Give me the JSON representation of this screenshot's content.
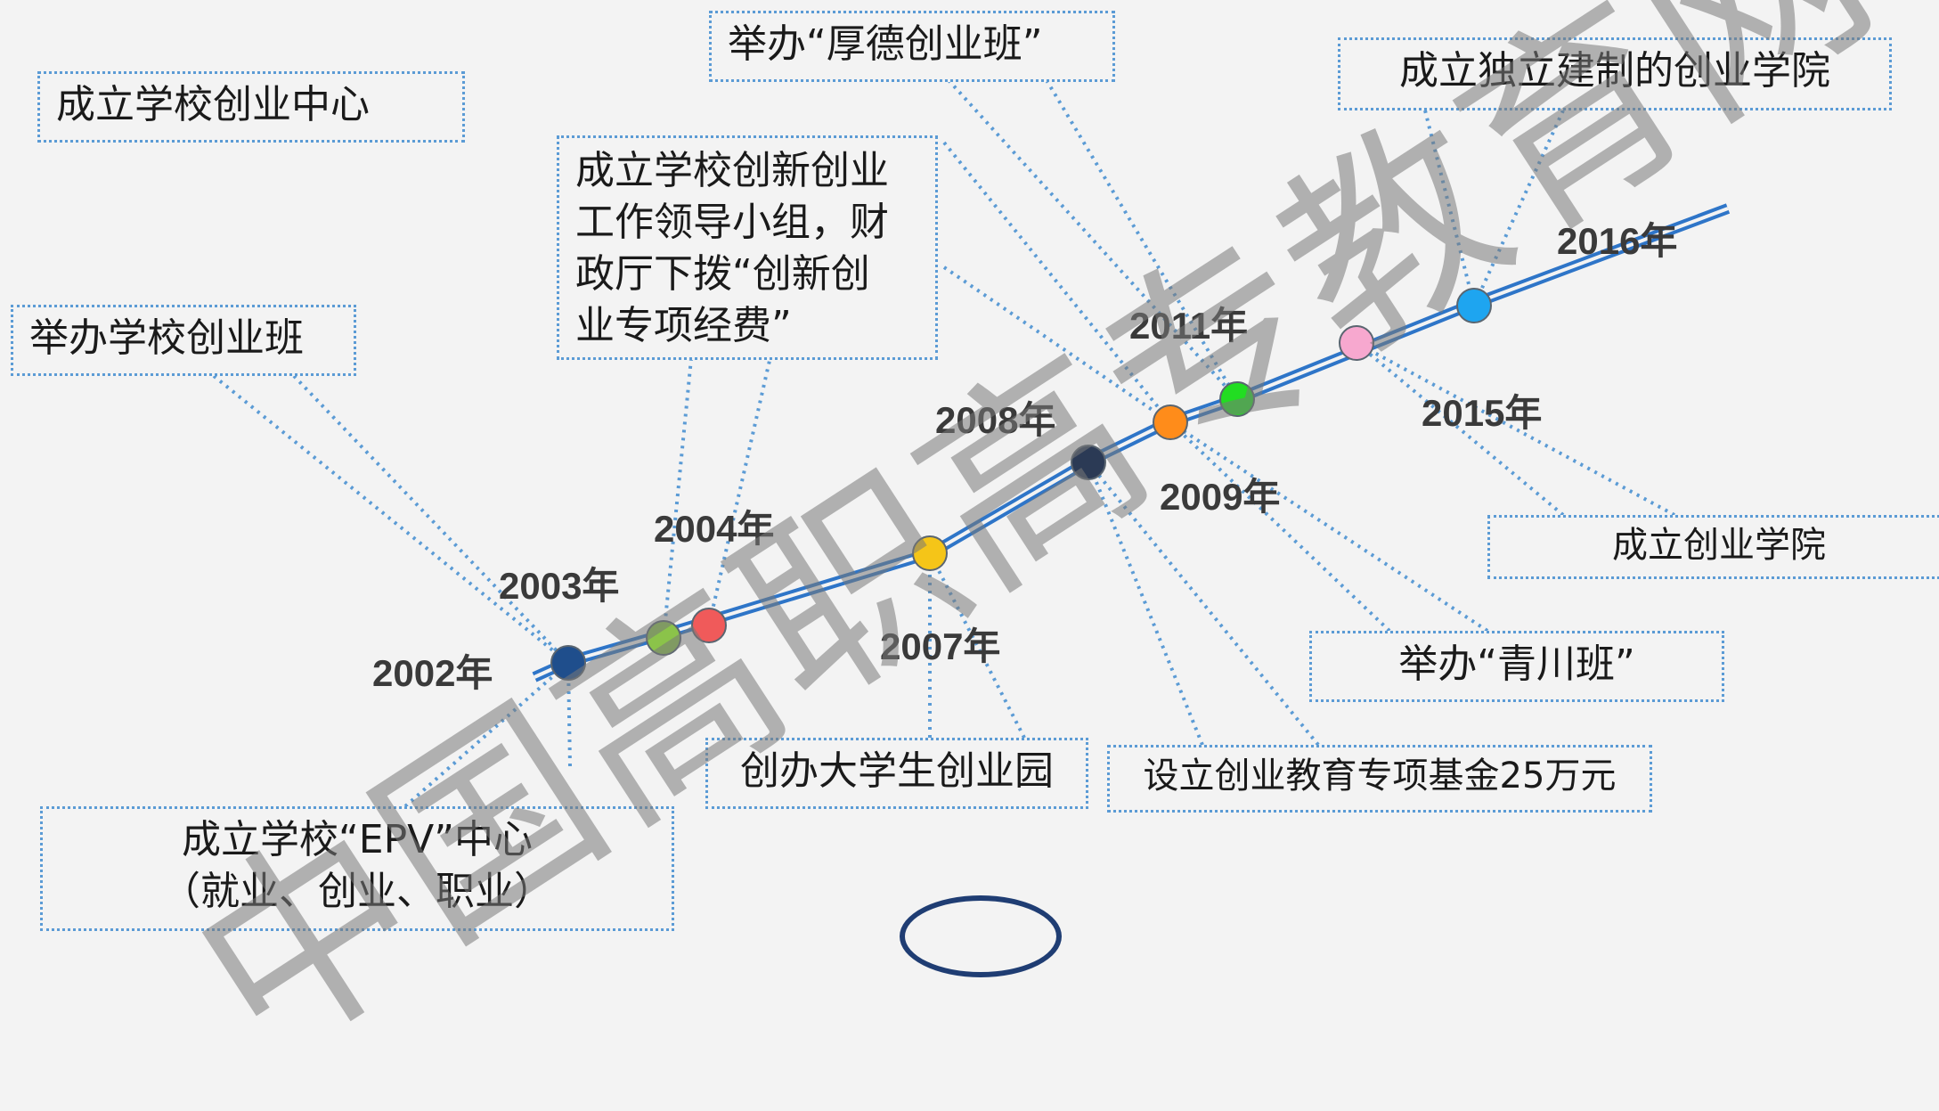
{
  "watermark": "中国高职高专教育网",
  "years": {
    "y2002": "2002年",
    "y2003": "2003年",
    "y2004": "2004年",
    "y2007": "2007年",
    "y2008": "2008年",
    "y2009": "2009年",
    "y2011": "2011年",
    "y2015": "2015年",
    "y2016": "2016年"
  },
  "events": {
    "epv_line1": "成立学校“EPV”中心",
    "epv_line2": "（就业、创业、职业）",
    "entrepreneurship_class": "举办学校创业班",
    "entrepreneurship_center": "成立学校创业中心",
    "leading_group_line1": "成立学校创新创业",
    "leading_group_line2": "工作领导小组，财",
    "leading_group_line3": "政厅下拨“创新创",
    "leading_group_line4": "业专项经费”",
    "houde_class": "举办“厚德创业班”",
    "independent_college": "成立独立建制的创业学院",
    "college": "成立创业学院",
    "qingchuan_class": "举办“青川班”",
    "fund": "设立创业教育专项基金25万元",
    "student_park": "创办大学生创业园"
  },
  "colors": {
    "timeline": "#2e75c8",
    "connector": "#5b9bd5",
    "dot_2002": "#1f4e8c",
    "dot_2003": "#8bc34a",
    "dot_2004": "#f05a5a",
    "dot_2007": "#f5c518",
    "dot_2008": "#2b3a55",
    "dot_2009": "#ff8c1a",
    "dot_2011": "#22dd22",
    "dot_2015": "#f7a8cf",
    "dot_2016": "#1ea5f0"
  }
}
